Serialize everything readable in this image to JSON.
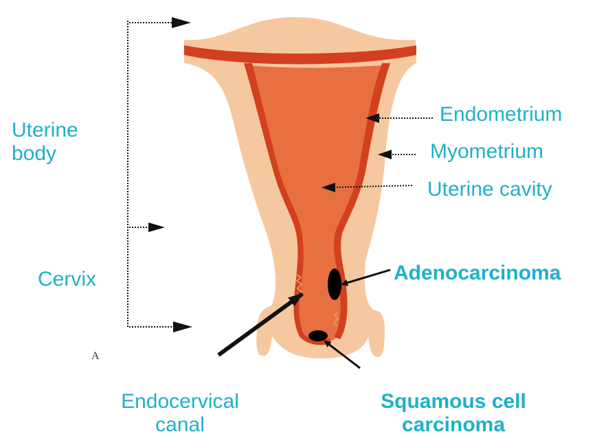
{
  "colors": {
    "label": "#1fb0c8",
    "tissue_light": "#f6c8a0",
    "tissue_dark": "#d2401f",
    "cavity": "#e87040",
    "tumor": "#000000",
    "guide": "#111111"
  },
  "labels": {
    "uterine_body_line1": "Uterine",
    "uterine_body_line2": "body",
    "cervix": "Cervix",
    "endometrium": "Endometrium",
    "myometrium": "Myometrium",
    "uterine_cavity": "Uterine cavity",
    "adenocarcinoma": "Adenocarcinoma",
    "endocervical_line1": "Endocervical",
    "endocervical_line2": "canal",
    "squamous_line1": "Squamous cell",
    "squamous_line2": "carcinoma"
  },
  "panel_letter": "A"
}
